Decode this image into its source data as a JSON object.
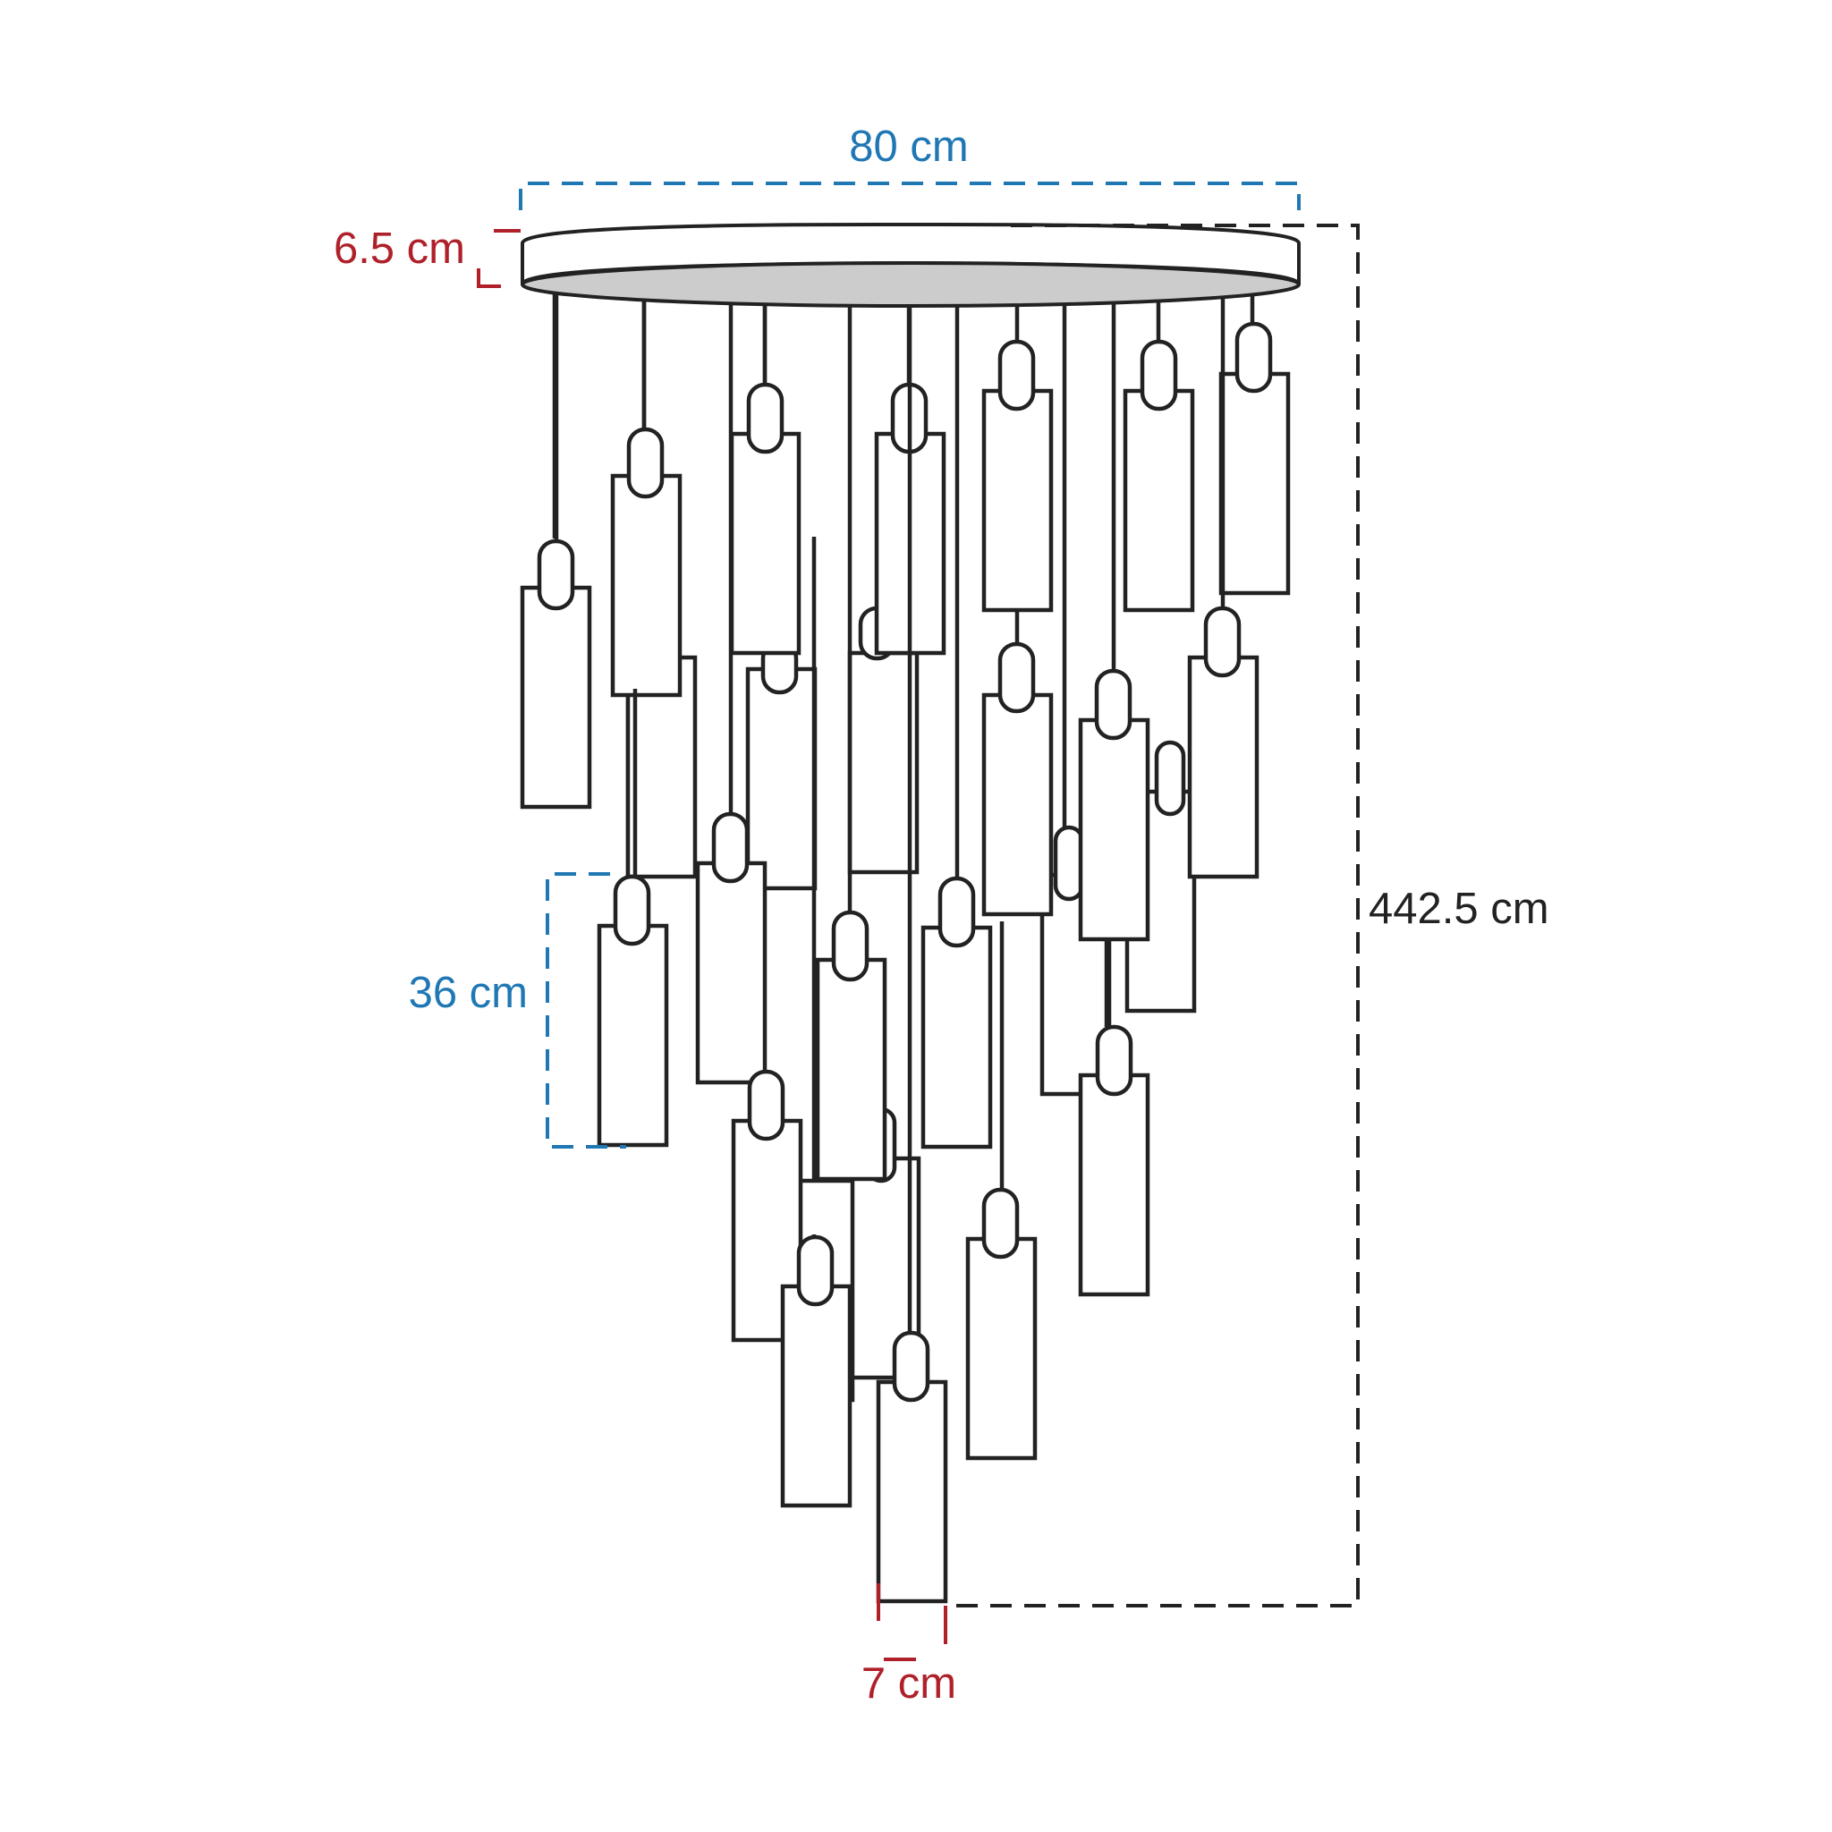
{
  "dimensions": {
    "canopy_width": {
      "label": "80 cm",
      "color": "#1f77b4"
    },
    "canopy_height": {
      "label": "6.5 cm",
      "color": "#b0202a"
    },
    "shade_height": {
      "label": "36 cm",
      "color": "#1f77b4"
    },
    "shade_width": {
      "label": "7 cm",
      "color": "#b0202a"
    },
    "total_height": {
      "label": "442.5 cm",
      "color": "#222222"
    }
  },
  "colors": {
    "outline": "#222222",
    "canopy_underside": "#cccccc",
    "background": "#ffffff"
  }
}
